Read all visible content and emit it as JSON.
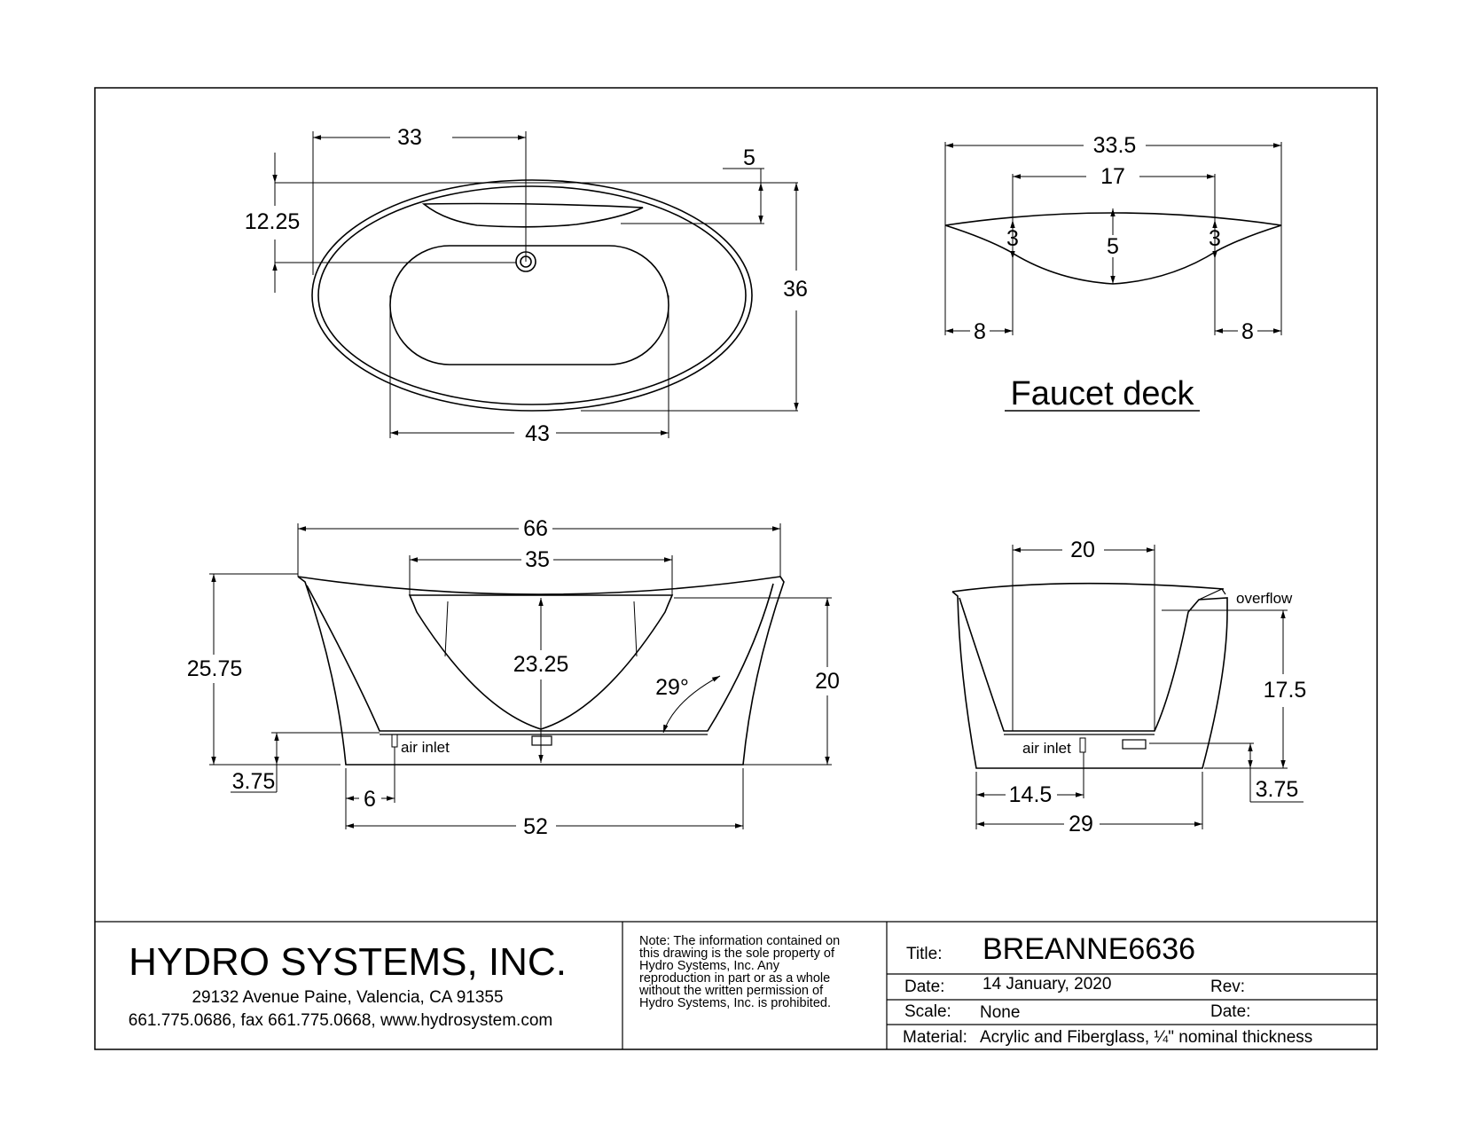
{
  "top_view": {
    "dim_width_outer_top": "33",
    "dim_drain_offset": "12.25",
    "dim_deck_depth": "5",
    "dim_overall_width": "36",
    "dim_basin_length": "43"
  },
  "faucet_deck": {
    "caption": "Faucet deck",
    "dim_total": "33.5",
    "dim_inner": "17",
    "dim_side_left": "3",
    "dim_center": "5",
    "dim_side_right": "3",
    "dim_edge_left": "8",
    "dim_edge_right": "8"
  },
  "side_view": {
    "dim_overall_length": "66",
    "dim_deck_length": "35",
    "dim_overall_height": "25.75",
    "dim_deck_depth": "23.25",
    "dim_angle": "29°",
    "dim_height": "20",
    "dim_base_height": "3.75",
    "dim_inlet_offset": "6",
    "dim_base_length": "52",
    "label_air_inlet": "air inlet"
  },
  "end_view": {
    "dim_inner_width": "20",
    "label_overflow": "overflow",
    "dim_overflow_height": "17.5",
    "label_air_inlet": "air inlet",
    "dim_inlet_offset": "14.5",
    "dim_base_width": "29",
    "dim_base_height": "3.75"
  },
  "title_block": {
    "company": "HYDRO SYSTEMS, INC.",
    "address": "29132 Avenue Paine, Valencia, CA 91355",
    "contact": "661.775.0686, fax 661.775.0668, www.hydrosystem.com",
    "note_lines": [
      "Note: The information contained on",
      "this drawing is the sole property of",
      "Hydro Systems, Inc. Any",
      "reproduction in part or as a whole",
      "without the written permission of",
      "Hydro Systems, Inc. is prohibited."
    ],
    "title_label": "Title:",
    "title_value": "BREANNE6636",
    "date_label": "Date:",
    "date_value": "14 January, 2020",
    "rev_label": "Rev:",
    "scale_label": "Scale:",
    "scale_value": "None",
    "date2_label": "Date:",
    "material_label": "Material:",
    "material_value": "Acrylic and Fiberglass, ¼\" nominal thickness"
  }
}
